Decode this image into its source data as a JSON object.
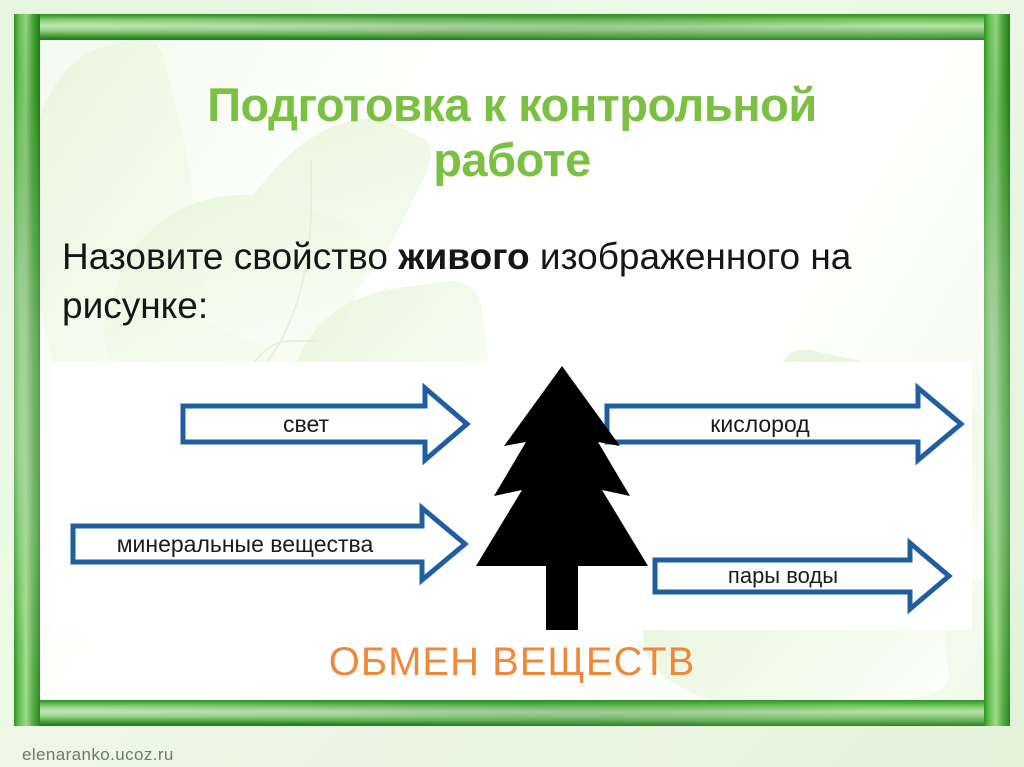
{
  "slide": {
    "title_line1": "Подготовка к контрольной",
    "title_line2": "работе",
    "title_color": "#7ac143",
    "question_part1": "Назовите свойство ",
    "question_emphasis": "живого",
    "question_part2": " изображенного на рисунке:",
    "caption": "ОБМЕН ВЕЩЕСТВ",
    "caption_color": "#f0883a",
    "watermark": "elenaranko.ucoz.ru",
    "frame_color": "#4aa836",
    "background_color": "#eaf6e3"
  },
  "diagram": {
    "center_object": "fir-tree-silhouette",
    "center_object_color": "#000000",
    "arrow_outline_color": "#1f5fa0",
    "arrow_fill_color": "#ffffff",
    "inputs": [
      {
        "label": "свет",
        "direction": "right",
        "position": "top-left"
      },
      {
        "label": "минеральные вещества",
        "direction": "right",
        "position": "bottom-left"
      }
    ],
    "outputs": [
      {
        "label": "кислород",
        "direction": "right",
        "position": "top-right"
      },
      {
        "label": "пары воды",
        "direction": "right",
        "position": "bottom-right"
      }
    ]
  }
}
